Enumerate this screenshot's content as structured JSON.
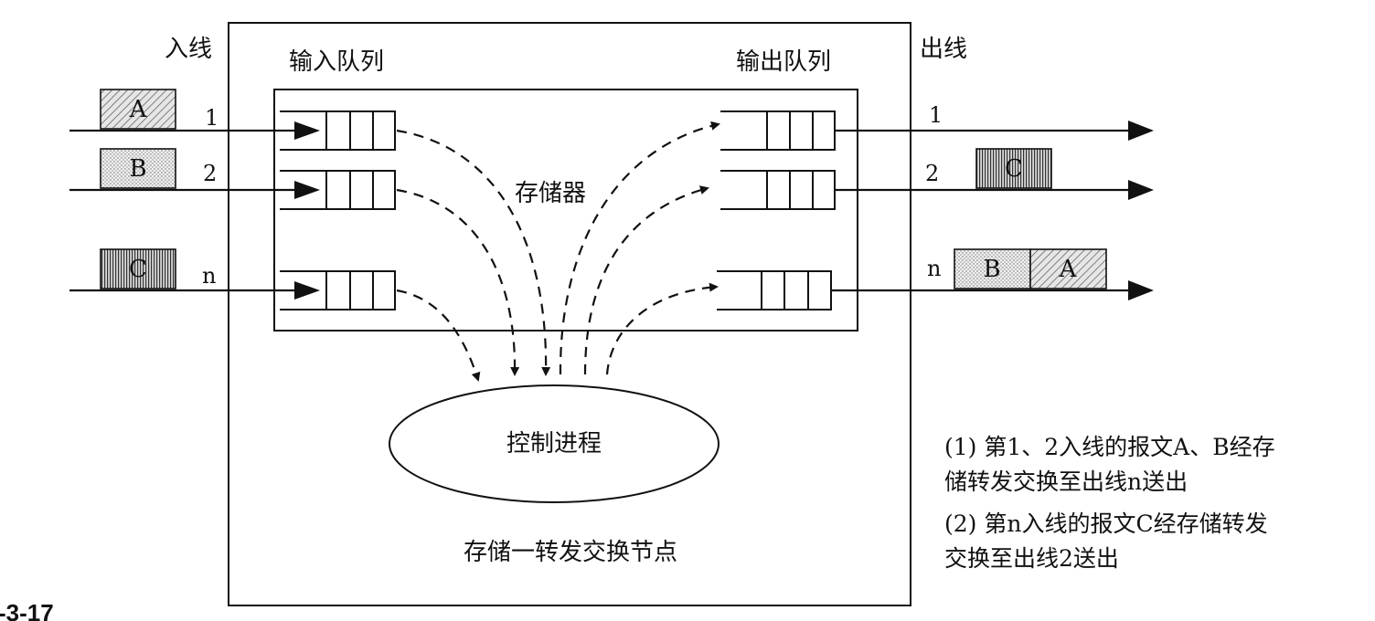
{
  "labels": {
    "in_lines": "入线",
    "out_lines": "出线",
    "input_queue": "输入队列",
    "output_queue": "输出队列",
    "memory": "存储器",
    "control_process": "控制进程",
    "node": "存储一转发交换节点",
    "figure_number": "-3-17"
  },
  "inputs": [
    {
      "num": "1",
      "packet": "A",
      "pattern": "diag"
    },
    {
      "num": "2",
      "packet": "B",
      "pattern": "dots"
    },
    {
      "num": "n",
      "packet": "C",
      "pattern": "vert"
    }
  ],
  "outputs": [
    {
      "num": "1",
      "packets": []
    },
    {
      "num": "2",
      "packets": [
        {
          "label": "C",
          "pattern": "vert"
        }
      ]
    },
    {
      "num": "n",
      "packets": [
        {
          "label": "B",
          "pattern": "dots"
        },
        {
          "label": "A",
          "pattern": "diag"
        }
      ]
    }
  ],
  "notes": [
    "(1) 第1、2入线的报文A、B经存",
    "储转发交换至出线n送出",
    "(2) 第n入线的报文C经存储转发",
    "交换至出线2送出"
  ]
}
